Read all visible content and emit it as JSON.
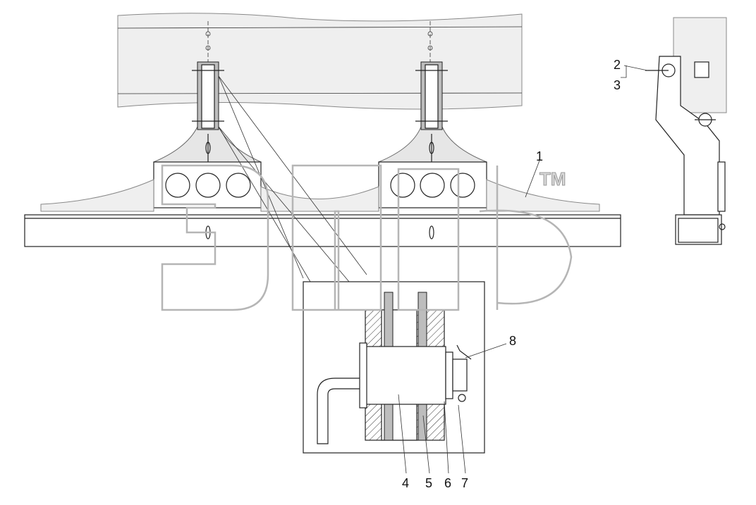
{
  "callouts": {
    "c1": "1",
    "c2": "2",
    "c3": "3",
    "c4": "4",
    "c5": "5",
    "c6": "6",
    "c7": "7",
    "c8": "8"
  },
  "watermark": {
    "trademark": "TM"
  }
}
